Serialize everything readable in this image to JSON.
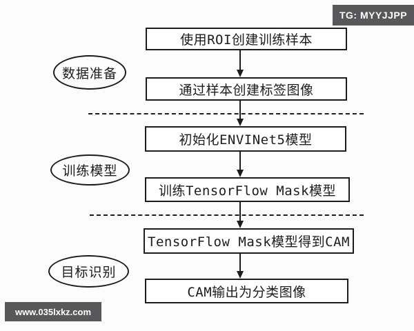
{
  "colors": {
    "canvas_bg": "#fcfcfc",
    "box_bg": "#ffffff",
    "line": "#1c1c1c",
    "watermark_bg": "#58585a",
    "watermark_text": "#ffffff"
  },
  "watermarks": {
    "top_right": "TG: MYYJJPP",
    "bottom_left": "www.035lxkz.com"
  },
  "flowchart": {
    "stages": [
      {
        "label": "数据准备",
        "steps": [
          "使用ROI创建训练样本",
          "通过样本创建标签图像"
        ]
      },
      {
        "label": "训练模型",
        "steps": [
          "初始化ENVINet5模型",
          "训练TensorFlow Mask模型"
        ]
      },
      {
        "label": "目标识别",
        "steps": [
          "TensorFlow Mask模型得到CAM",
          "CAM输出为分类图像"
        ]
      }
    ]
  }
}
